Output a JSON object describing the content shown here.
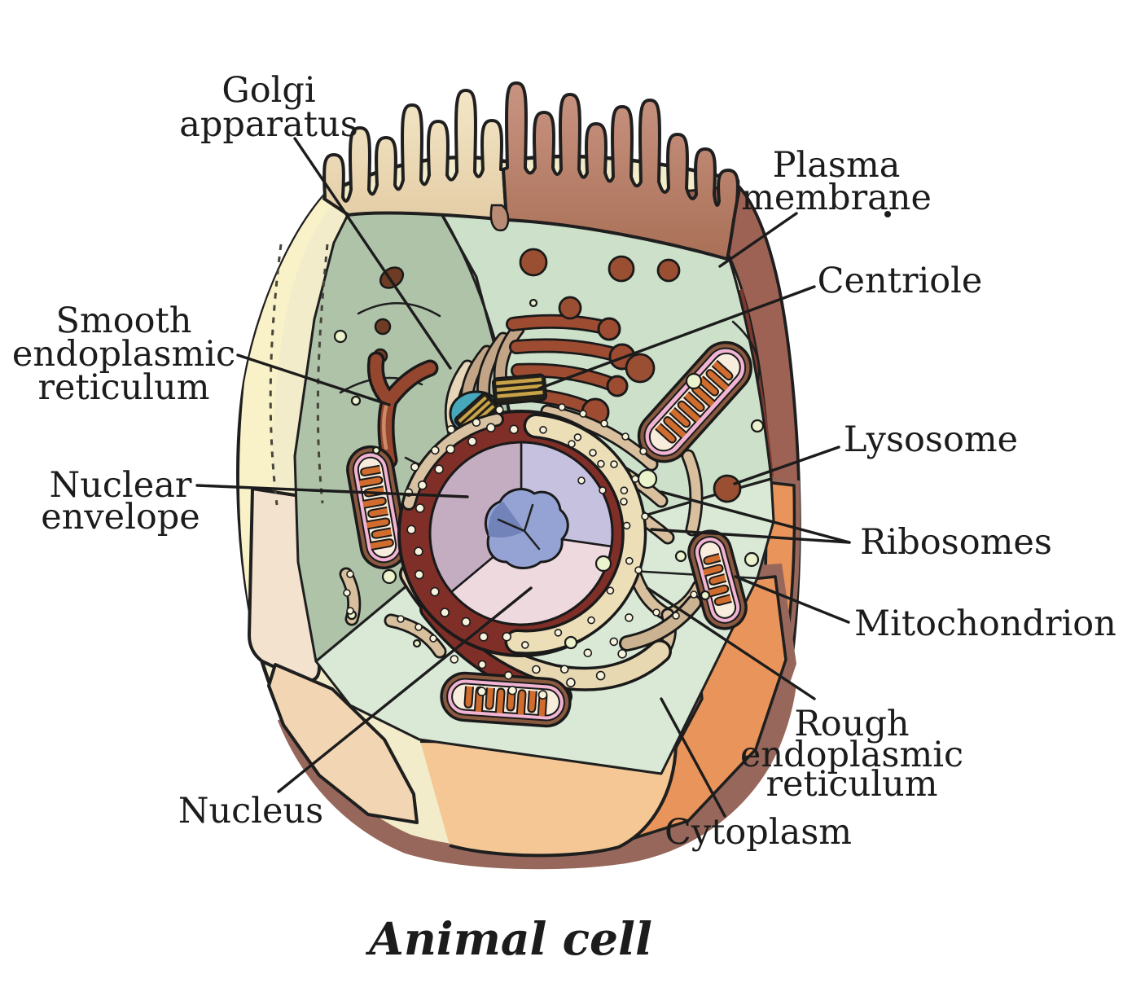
{
  "figure": {
    "type": "labeled-biology-diagram",
    "caption": "Animal cell",
    "labels": {
      "golgi_apparatus": {
        "lines": [
          "Golgi",
          "apparatus"
        ]
      },
      "plasma_membrane": {
        "lines": [
          "Plasma",
          "membrane"
        ]
      },
      "centriole": {
        "lines": [
          "Centriole"
        ]
      },
      "smooth_er": {
        "lines": [
          "Smooth",
          "endoplasmic",
          "reticulum"
        ]
      },
      "nuclear_envelope": {
        "lines": [
          "Nuclear",
          "envelope"
        ]
      },
      "lysosome": {
        "lines": [
          "Lysosome"
        ]
      },
      "ribosomes": {
        "lines": [
          "Ribosomes"
        ]
      },
      "mitochondrion": {
        "lines": [
          "Mitochondrion"
        ]
      },
      "rough_er": {
        "lines": [
          "Rough",
          "endoplasmic",
          "reticulum"
        ]
      },
      "cytoplasm": {
        "lines": [
          "Cytoplasm"
        ]
      },
      "nucleus": {
        "lines": [
          "Nucleus"
        ]
      }
    },
    "palette": {
      "background": "#ffffff",
      "outline": "#1f1f1f",
      "label_text": "#1c1c1c",
      "cytosol_back_wall": "#afc3a9",
      "cytosol_right_wall": "#cde1ca",
      "cytosol_floor": "#d9e9d6",
      "membrane_cream": "#f2ecca",
      "membrane_maroon": "#9d6254",
      "membrane_dark_maroon": "#7c392e",
      "membrane_orange": "#e9945a",
      "membrane_peach": "#f4c795",
      "nucleus_envelope_maroon": "#802f28",
      "nucleus_lavender": "#c6c1de",
      "nucleolus_blue": "#7d8fc4",
      "mitochondria_orange": "#d06d2e",
      "mitochondria_pink": "#f1b5d3",
      "golgi_brown": "#9d4c32",
      "vesicle_green": "#eaf3cc",
      "lysosome_brown": "#9a4f33",
      "centriole_ring_teal": "#46a8ba"
    }
  }
}
